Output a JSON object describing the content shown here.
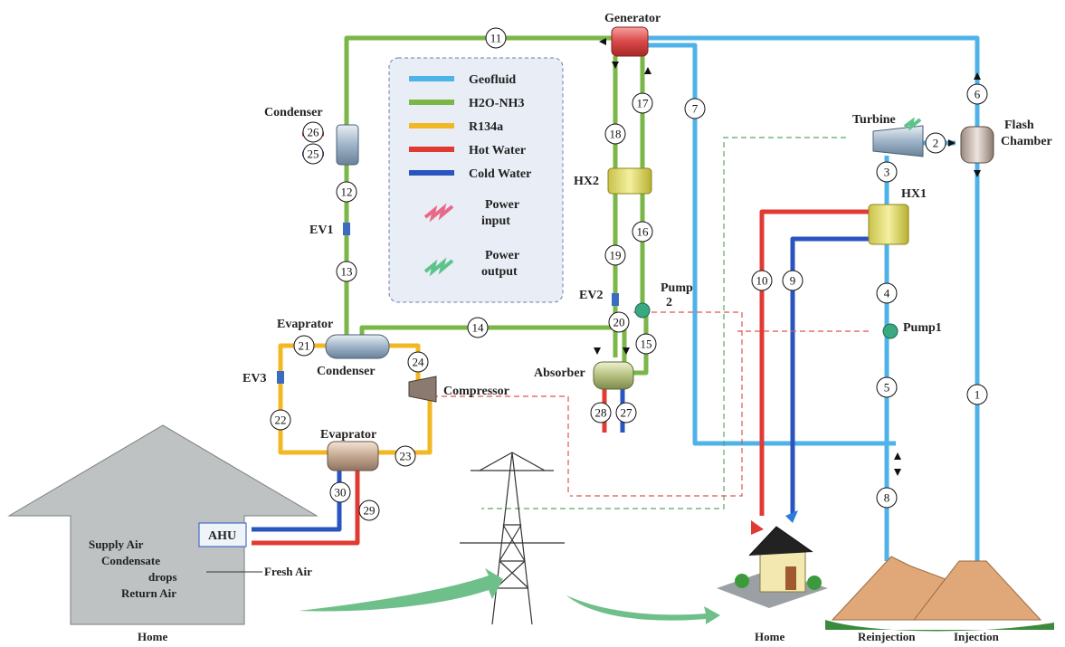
{
  "legend": {
    "items": [
      {
        "label": "Geofluid",
        "color": "#4fb3e8"
      },
      {
        "label": "H2O-NH3",
        "color": "#7ab648"
      },
      {
        "label": "R134a",
        "color": "#f2b824"
      },
      {
        "label": "Hot Water",
        "color": "#e03b33"
      },
      {
        "label": "Cold Water",
        "color": "#2a55c0"
      }
    ],
    "power_input": [
      "Power",
      "input"
    ],
    "power_output": [
      "Power",
      "output"
    ]
  },
  "components": {
    "generator": "Generator",
    "condenser_top": "Condenser",
    "turbine": "Turbine",
    "flash_chamber": [
      "Flash",
      "Chamber"
    ],
    "hx1": "HX1",
    "hx2": "HX2",
    "ev1": "EV1",
    "ev2": "EV2",
    "ev3": "EV3",
    "pump1": "Pump1",
    "pump2": [
      "Pump",
      "2"
    ],
    "evaporator_top": "Evaprator",
    "condenser_mid": "Condenser",
    "absorber": "Absorber",
    "compressor": "Compressor",
    "evaporator_bottom": "Evaprator",
    "ahu": "AHU"
  },
  "home_labels": {
    "supply_air": "Supply Air",
    "condensate": [
      "Condensate",
      "drops"
    ],
    "return_air": "Return Air",
    "fresh_air": "Fresh Air",
    "home_left": "Home",
    "home_right": "Home",
    "reinjection": "Reinjection",
    "injection": "Injection"
  },
  "states": [
    "1",
    "2",
    "3",
    "4",
    "5",
    "6",
    "7",
    "8",
    "9",
    "10",
    "11",
    "12",
    "13",
    "14",
    "15",
    "16",
    "17",
    "18",
    "19",
    "20",
    "21",
    "22",
    "23",
    "24",
    "25",
    "26",
    "27",
    "28",
    "29",
    "30"
  ]
}
